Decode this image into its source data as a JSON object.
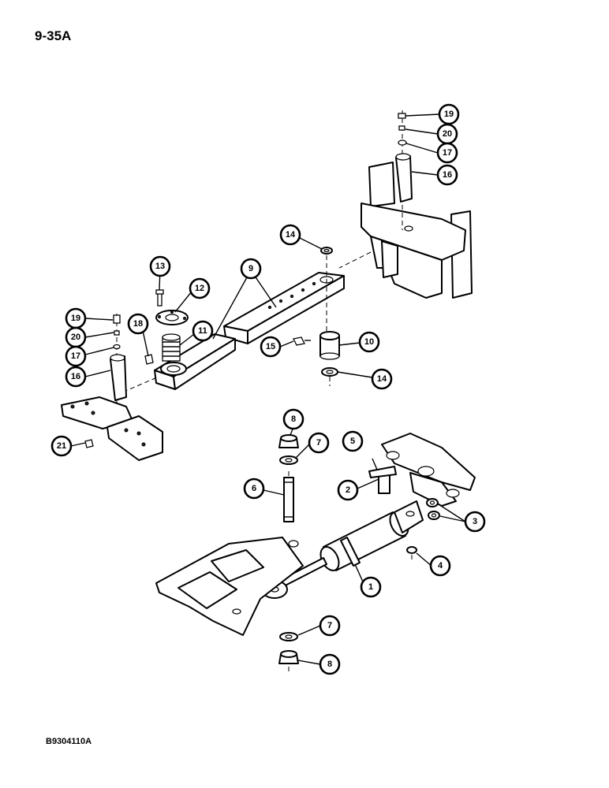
{
  "page_number": "9-35A",
  "figure_code": "B9304110A",
  "callouts": [
    {
      "id": "c19a",
      "label": "19"
    },
    {
      "id": "c20a",
      "label": "20"
    },
    {
      "id": "c17a",
      "label": "17"
    },
    {
      "id": "c16a",
      "label": "16"
    },
    {
      "id": "c14a",
      "label": "14"
    },
    {
      "id": "c13",
      "label": "13"
    },
    {
      "id": "c9",
      "label": "9"
    },
    {
      "id": "c12",
      "label": "12"
    },
    {
      "id": "c19b",
      "label": "19"
    },
    {
      "id": "c18",
      "label": "18"
    },
    {
      "id": "c11",
      "label": "11"
    },
    {
      "id": "c20b",
      "label": "20"
    },
    {
      "id": "c17b",
      "label": "17"
    },
    {
      "id": "c15",
      "label": "15"
    },
    {
      "id": "c10",
      "label": "10"
    },
    {
      "id": "c16b",
      "label": "16"
    },
    {
      "id": "c14b",
      "label": "14"
    },
    {
      "id": "c21",
      "label": "21"
    },
    {
      "id": "c8a",
      "label": "8"
    },
    {
      "id": "c7a",
      "label": "7"
    },
    {
      "id": "c5",
      "label": "5"
    },
    {
      "id": "c2",
      "label": "2"
    },
    {
      "id": "c6",
      "label": "6"
    },
    {
      "id": "c3",
      "label": "3"
    },
    {
      "id": "c4",
      "label": "4"
    },
    {
      "id": "c1",
      "label": "1"
    },
    {
      "id": "c7b",
      "label": "7"
    },
    {
      "id": "c8b",
      "label": "8"
    }
  ]
}
